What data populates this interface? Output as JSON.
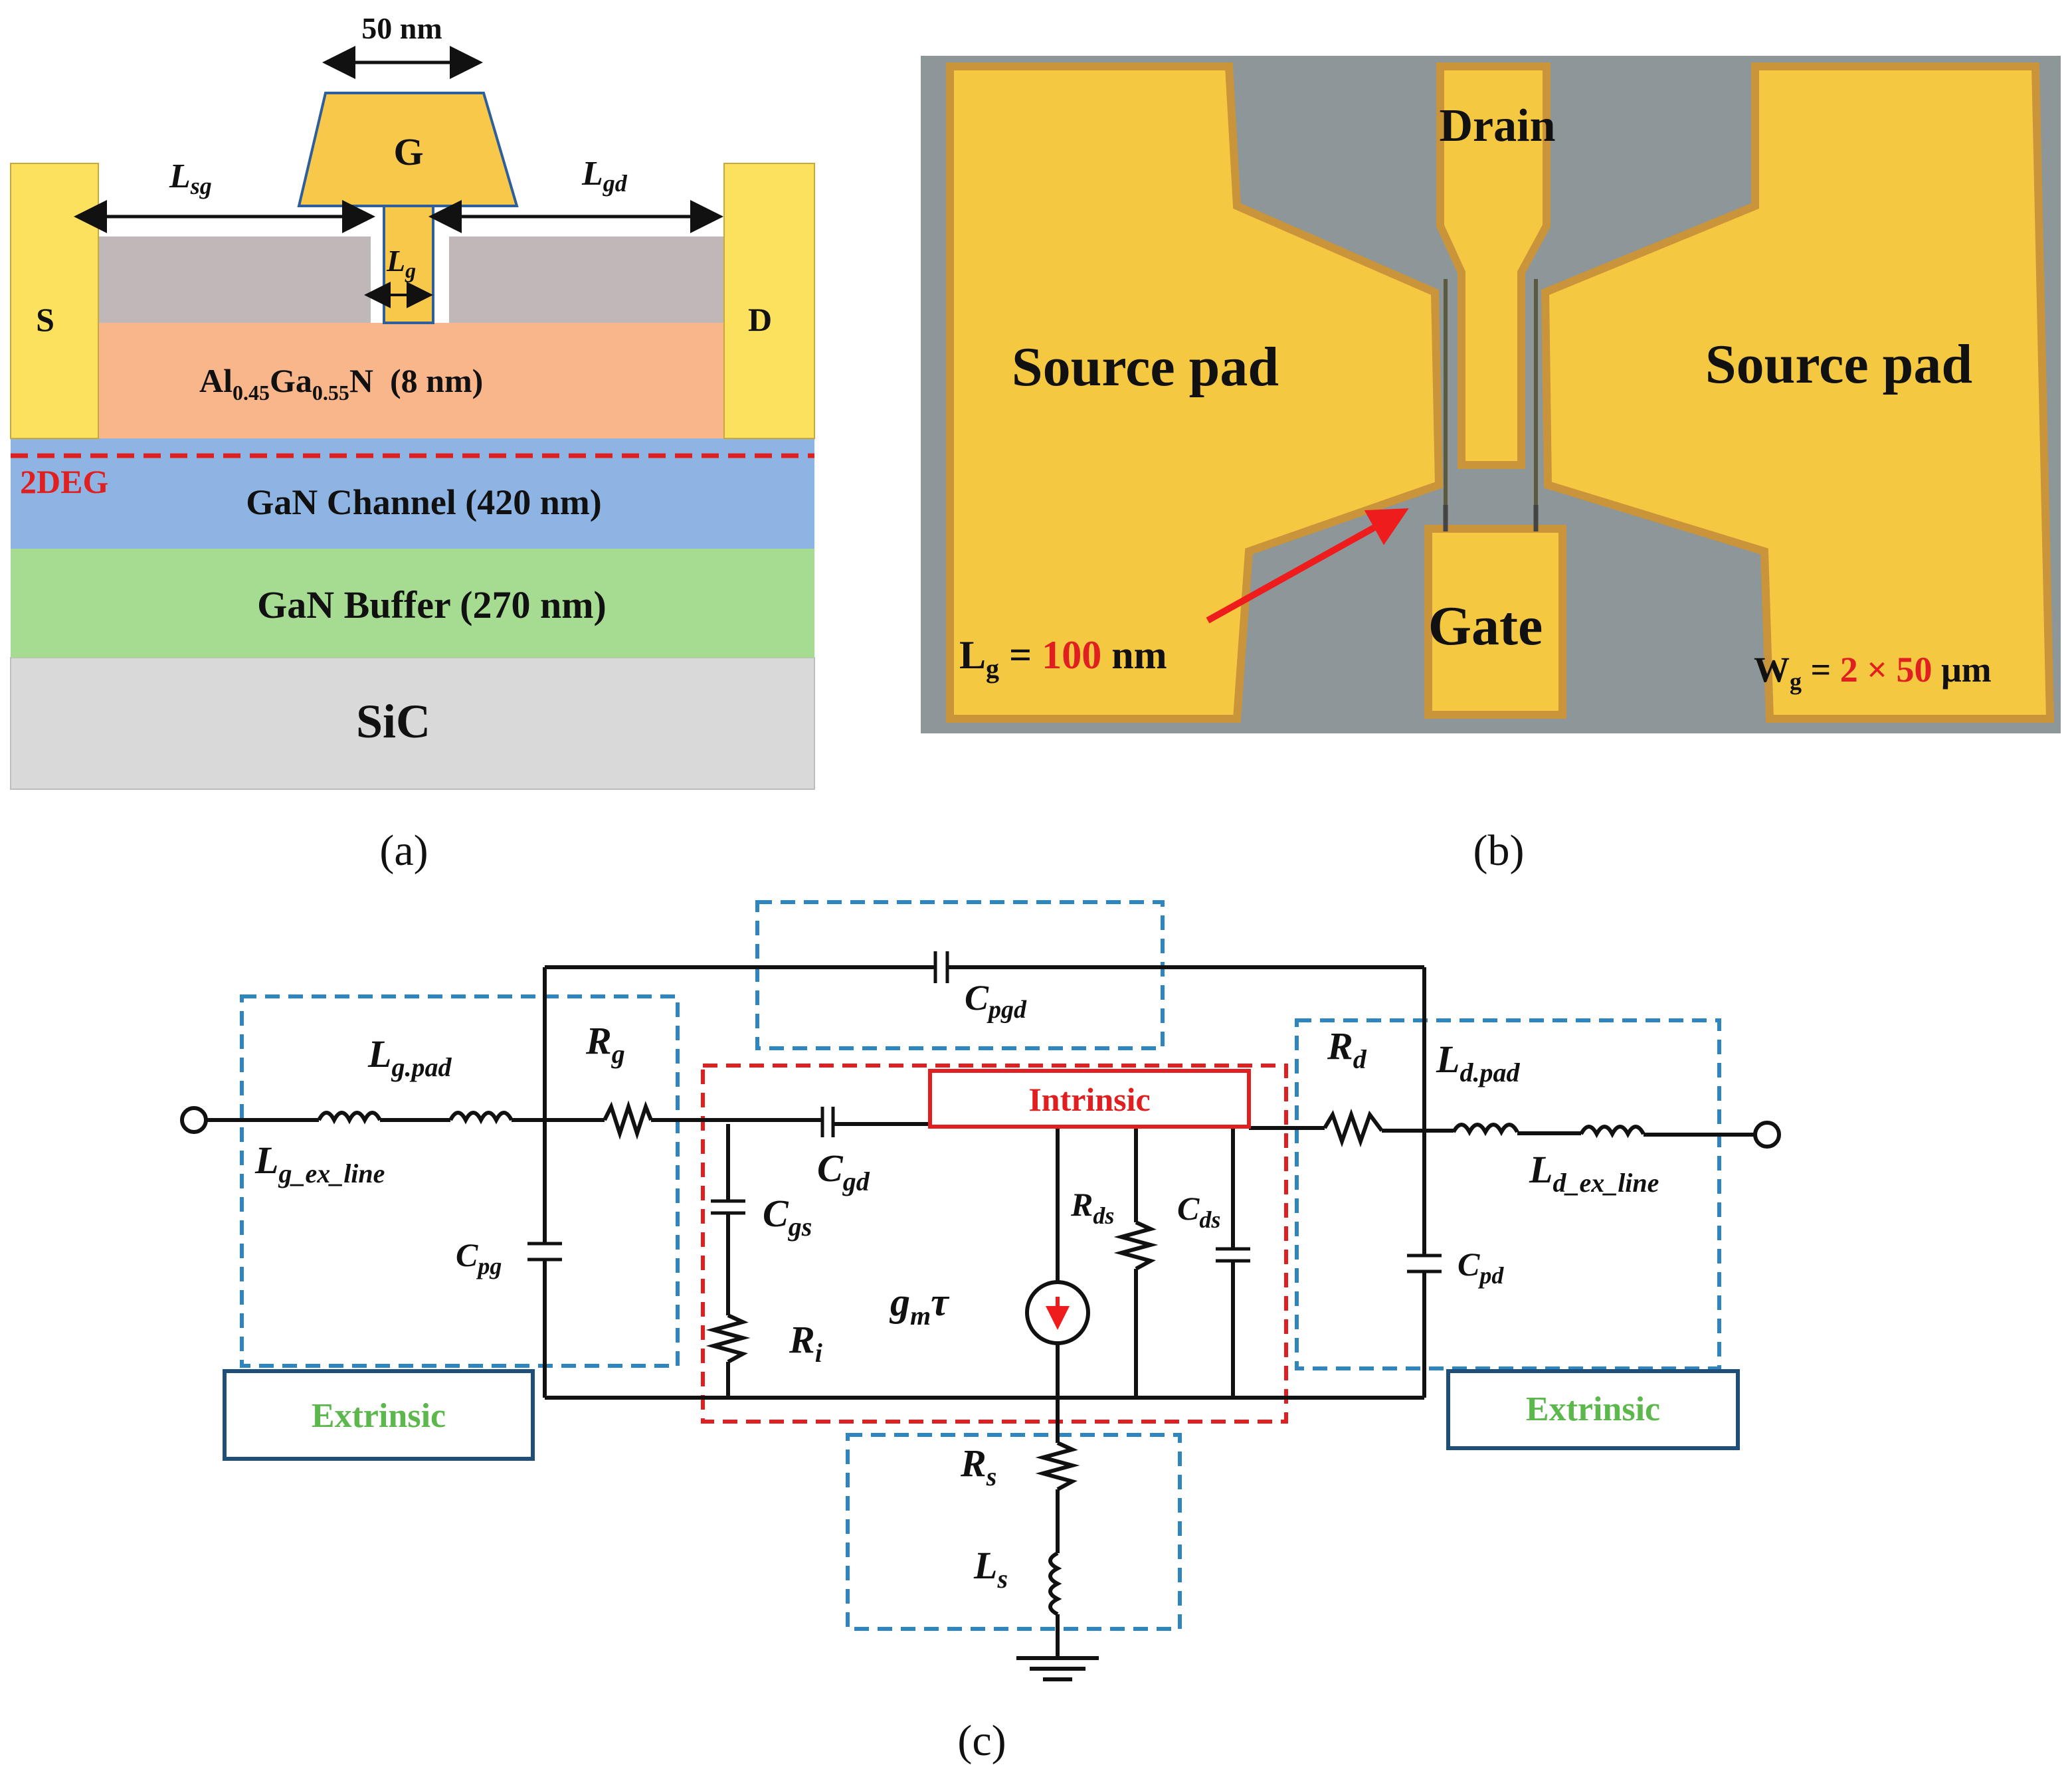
{
  "panel_a": {
    "caption": "(a)",
    "gate_width": "50 nm",
    "gate": "G",
    "source": "S",
    "drain": "D",
    "lsg": "L",
    "lsg_sub": "sg",
    "lgd": "L",
    "lgd_sub": "gd",
    "lg": "L",
    "lg_sub": "g",
    "barrier": {
      "a": "Al",
      "a_sub": "0.45",
      "b": "Ga",
      "b_sub": "0.55",
      "c": "N  (8 nm)"
    },
    "twodeg": "2DEG",
    "channel": "GaN Channel (420 nm)",
    "buffer": "GaN Buffer (270 nm)",
    "substrate": "SiC"
  },
  "panel_b": {
    "caption": "(b)",
    "drain": "Drain",
    "gate": "Gate",
    "source_left": "Source pad",
    "source_right": "Source pad",
    "lg": {
      "a": "L",
      "a_sub": "g",
      "eq": " = ",
      "val": "100",
      "unit": " nm"
    },
    "wg": {
      "a": "W",
      "a_sub": "g",
      "eq": " = ",
      "val": "2 × 50",
      "unit": " μm"
    }
  },
  "panel_c": {
    "caption": "(c)",
    "intrinsic": "Intrinsic",
    "extrinsic_left": "Extrinsic",
    "extrinsic_right": "Extrinsic",
    "cpgd": {
      "main": "C",
      "sub": "pgd"
    },
    "lgpad": {
      "main": "L",
      "sub": "g.pad"
    },
    "lgexline": {
      "main": "L",
      "sub": "g_ex_line"
    },
    "rg": {
      "main": "R",
      "sub": "g"
    },
    "cpg": {
      "main": "C",
      "sub": "pg"
    },
    "cgd": {
      "main": "C",
      "sub": "gd"
    },
    "cgs": {
      "main": "C",
      "sub": "gs"
    },
    "ri": {
      "main": "R",
      "sub": "i"
    },
    "gmtau": {
      "main": "g",
      "sub": "m",
      "tail": "τ"
    },
    "rds": {
      "main": "R",
      "sub": "ds"
    },
    "cds": {
      "main": "C",
      "sub": "ds"
    },
    "rd": {
      "main": "R",
      "sub": "d"
    },
    "ldpad": {
      "main": "L",
      "sub": "d.pad"
    },
    "ldexline": {
      "main": "L",
      "sub": "d_ex_line"
    },
    "cpd": {
      "main": "C",
      "sub": "pd"
    },
    "rs": {
      "main": "R",
      "sub": "s"
    },
    "ls": {
      "main": "L",
      "sub": "s"
    }
  },
  "colors": {
    "gold": "#f7c84a",
    "metal_yellow": "#fce15e",
    "barrier": "#f8b68a",
    "passivation": "#c0b8b8",
    "channel": "#8db4e2",
    "buffer": "#a6dc92",
    "substrate": "#d9d9d9",
    "photo_bg": "#8d9699",
    "red": "#e02020",
    "blue_dash": "#2e86c1",
    "extrinsic_green": "#5cb84c",
    "extrinsic_border": "#1f4e79"
  }
}
